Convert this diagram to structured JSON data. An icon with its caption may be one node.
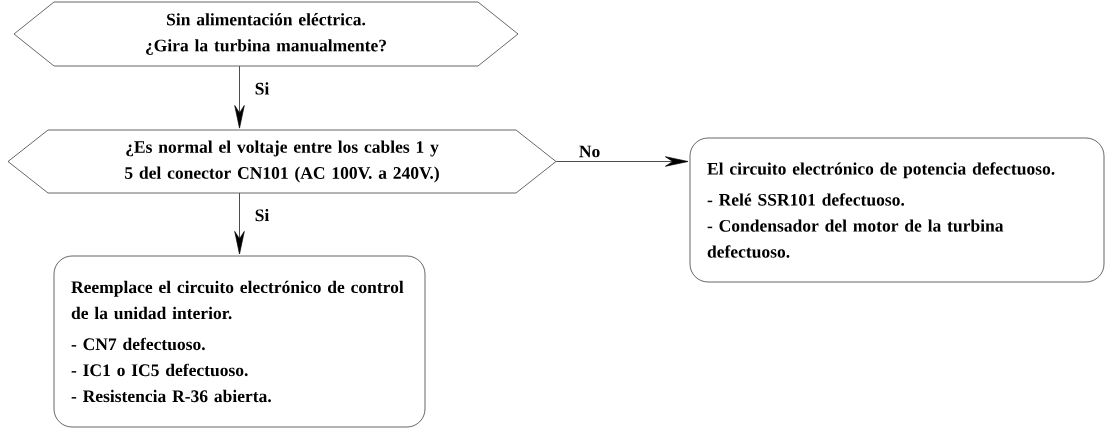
{
  "diagram": {
    "nodes": [
      {
        "text": [
          "Sin alimentación eléctrica. ¿Gira la turbina manualmente?"
        ]
      },
      {
        "text": [
          "¿Es normal el voltaje entre los cables 1 y 5 del conector CN101 (AC 100V. a 240V.)"
        ]
      },
      {
        "text": [
          "Reemplace el circuito electrónico de control de la unidad interior.",
          "- CN7 defectuoso.",
          "- IC1 o IC5 defectuoso.",
          "- Resistencia R-36 abierta."
        ]
      },
      {
        "text": [
          "El circuito electrónico de potencia defectuoso.",
          "- Relé SSR101 defectuoso.",
          "- Condensador del motor de la turbina defectuoso."
        ]
      }
    ],
    "edges": [
      {
        "from": 0,
        "to": 1,
        "arrow": "to",
        "label": "Si"
      },
      {
        "from": 1,
        "to": 2,
        "arrow": "to",
        "label": "Si"
      },
      {
        "from": 1,
        "to": 3,
        "arrow": "to",
        "label": "No"
      }
    ]
  }
}
